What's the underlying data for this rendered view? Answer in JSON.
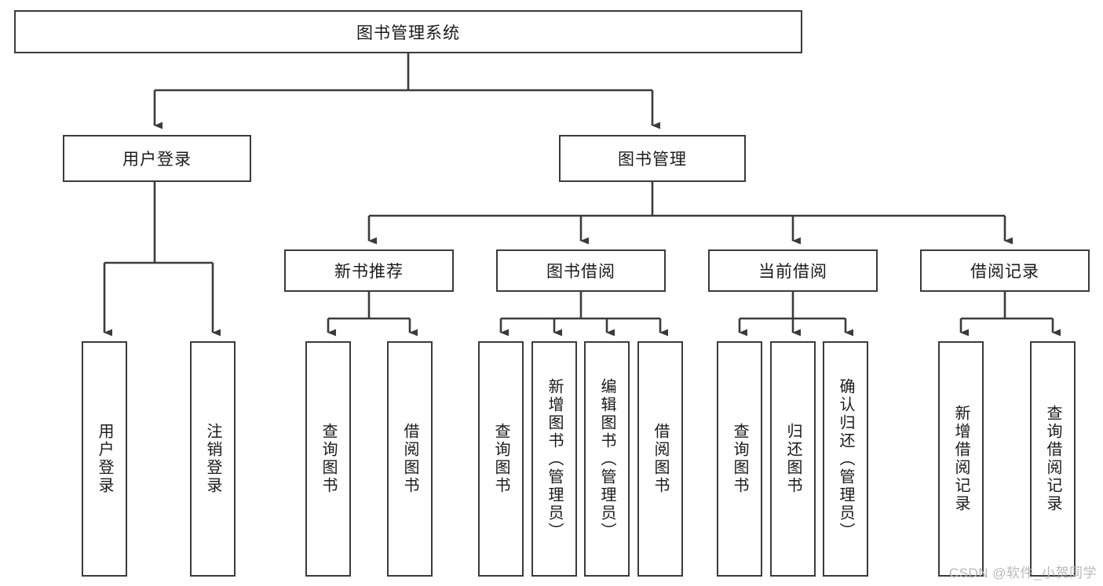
{
  "diagram": {
    "title": "图书管理系统",
    "watermark": "CSDN @软件_小贺同学",
    "line_color": "#3b3b3b",
    "text_color": "#1a1a1a",
    "background": "#ffffff",
    "root": {
      "label": "图书管理系统"
    },
    "level2": [
      {
        "label": "用户登录"
      },
      {
        "label": "图书管理"
      }
    ],
    "level3": [
      {
        "label": "新书推荐"
      },
      {
        "label": "图书借阅"
      },
      {
        "label": "当前借阅"
      },
      {
        "label": "借阅记录"
      }
    ],
    "leaves": {
      "user_login": [
        {
          "label": "用户登录"
        },
        {
          "label": "注销登录"
        }
      ],
      "new_book_recommend": [
        {
          "label": "查询图书"
        },
        {
          "label": "借阅图书"
        }
      ],
      "book_borrow": [
        {
          "label": "查询图书"
        },
        {
          "label": "新增图书（管理员）"
        },
        {
          "label": "编辑图书（管理员）"
        },
        {
          "label": "借阅图书"
        }
      ],
      "current_borrow": [
        {
          "label": "查询图书"
        },
        {
          "label": "归还图书"
        },
        {
          "label": "确认归还（管理员）"
        }
      ],
      "borrow_record": [
        {
          "label": "新增借阅记录"
        },
        {
          "label": "查询借阅记录"
        }
      ]
    }
  }
}
